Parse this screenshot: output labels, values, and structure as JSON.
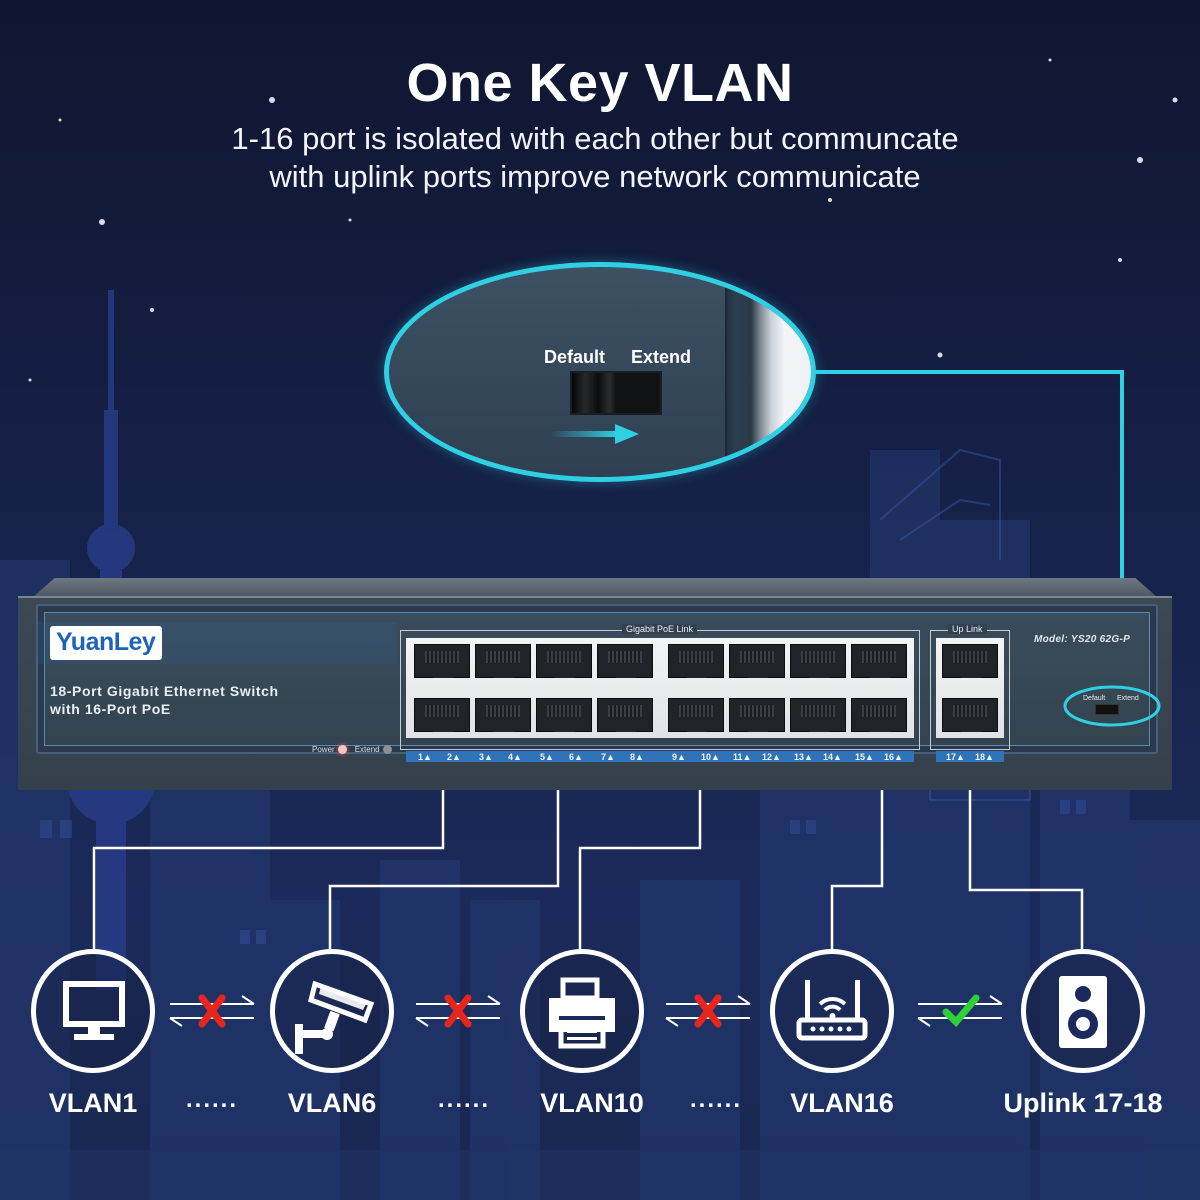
{
  "headline": "One Key VLAN",
  "subline": [
    "1-16 port is isolated with each other but communcate",
    "with uplink ports improve network communicate"
  ],
  "zoom": {
    "default_label": "Default",
    "extend_label": "Extend"
  },
  "switch": {
    "brand": "YuanLey",
    "description_line1": "18-Port Gigabit Ethernet Switch",
    "description_line2": "with 16-Port PoE",
    "power_label": "Power",
    "extend_label": "Extend",
    "poe_group_label": "Gigabit PoE Link",
    "uplink_group_label": "Up Link",
    "model": "Model: YS20 62G-P",
    "mini_default": "Default",
    "mini_extend": "Extend",
    "port_numbers": [
      "1",
      "2",
      "3",
      "4",
      "5",
      "6",
      "7",
      "8",
      "9",
      "10",
      "11",
      "12",
      "13",
      "14",
      "15",
      "16",
      "17",
      "18"
    ]
  },
  "devices": [
    {
      "label": "VLAN1",
      "icon": "monitor-icon"
    },
    {
      "label": "VLAN6",
      "icon": "security-camera-icon"
    },
    {
      "label": "VLAN10",
      "icon": "printer-icon"
    },
    {
      "label": "VLAN16",
      "icon": "wifi-router-icon"
    },
    {
      "label": "Uplink 17-18",
      "icon": "speaker-icon"
    }
  ],
  "separator": "......",
  "links": [
    {
      "status": "blocked",
      "icon": "red-x-icon"
    },
    {
      "status": "blocked",
      "icon": "red-x-icon"
    },
    {
      "status": "blocked",
      "icon": "red-x-icon"
    },
    {
      "status": "allowed",
      "icon": "green-check-icon"
    }
  ],
  "colors": {
    "accent": "#2fd0e4",
    "blocked": "#e8251d",
    "allowed": "#2fcf38",
    "port_strip": "#2f73b8",
    "brand": "#1d63b7"
  }
}
